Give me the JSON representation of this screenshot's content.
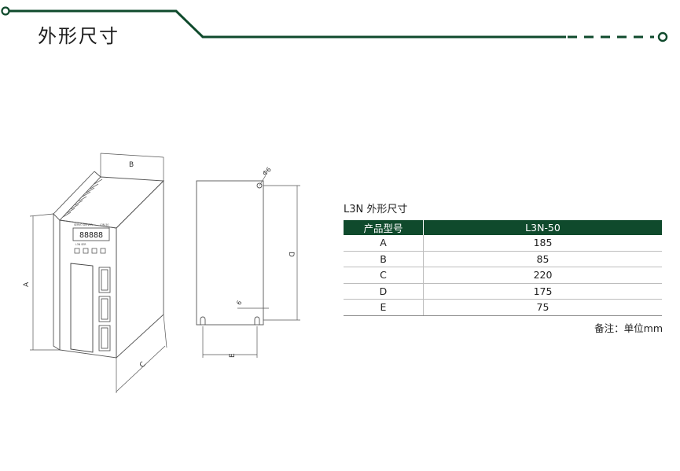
{
  "header": {
    "title": "外形尺寸",
    "color": "#0f4a2c"
  },
  "drawing": {
    "labels": {
      "a": "A",
      "b": "B",
      "c": "C",
      "d": "D",
      "e": "E",
      "hole": "Φ6",
      "six": "6"
    },
    "panel": {
      "display": "88888",
      "name_left": "SERVO DRIVER",
      "name_right": "L3N-50",
      "model": "L3N  SER"
    }
  },
  "table": {
    "title": "L3N 外形尺寸",
    "headers": [
      "产品型号",
      "L3N-50"
    ],
    "rows": [
      [
        "A",
        "185"
      ],
      [
        "B",
        "85"
      ],
      [
        "C",
        "220"
      ],
      [
        "D",
        "175"
      ],
      [
        "E",
        "75"
      ]
    ],
    "unit_note": "备注：单位mm"
  }
}
